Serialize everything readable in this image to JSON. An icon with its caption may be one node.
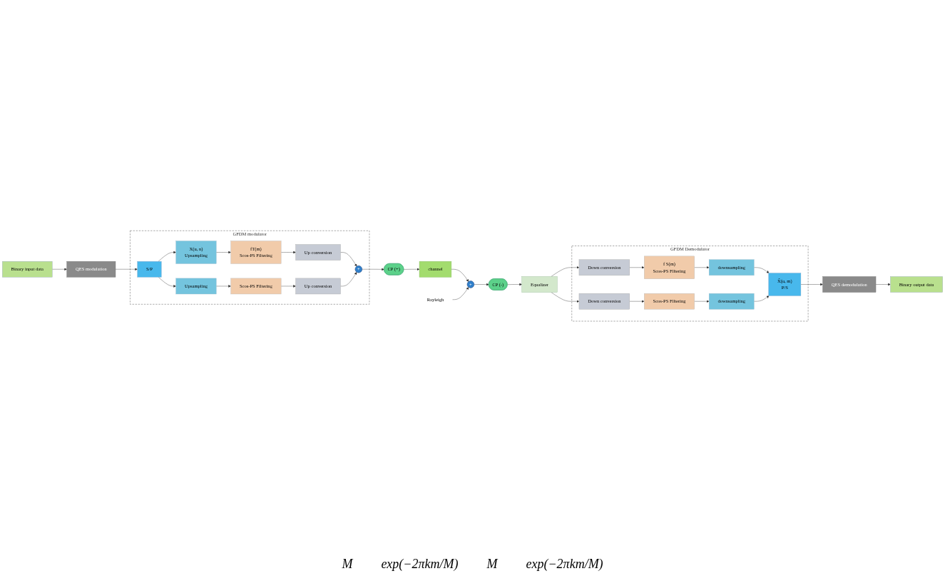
{
  "diagram": {
    "nodes": [
      {
        "text": [
          "Binary input data"
        ]
      },
      {
        "text": [
          "QES modulation"
        ]
      },
      {
        "text": [
          "GFDM modulator"
        ]
      },
      {
        "text": [
          "S/P"
        ],
        "in": 2
      },
      {
        "text": [
          "X(u, n)",
          "Upsampling"
        ],
        "in": 2
      },
      {
        "text": [
          "fT(m)",
          "Scos-PS Filtering"
        ],
        "in": 2
      },
      {
        "text": [
          "Up conversion"
        ],
        "in": 2
      },
      {
        "text": [
          "Upsampling"
        ],
        "in": 2
      },
      {
        "text": [
          "Scos-PS Filtering"
        ],
        "in": 2
      },
      {
        "text": [
          "Up conversion"
        ],
        "in": 2
      },
      {
        "text": [
          "+"
        ],
        "in": 2
      },
      {
        "text": [
          "CP (+)"
        ]
      },
      {
        "text": [
          "channel"
        ]
      },
      {
        "text": [
          "+"
        ]
      },
      {
        "text": [
          "Rayleigh"
        ]
      },
      {
        "text": [
          "CP (-)"
        ]
      },
      {
        "text": [
          "Equalizer"
        ]
      },
      {
        "text": [
          "GFDM Demodulator"
        ]
      },
      {
        "text": [
          "Down conversion"
        ],
        "in": 17
      },
      {
        "text": [
          "f S(m)",
          "Scos-PS Filtering"
        ],
        "in": 17
      },
      {
        "text": [
          "downsampling"
        ],
        "in": 17
      },
      {
        "text": [
          "Down conversion"
        ],
        "in": 17
      },
      {
        "text": [
          "Scos-PS Filtering"
        ],
        "in": 17
      },
      {
        "text": [
          "downsampling"
        ],
        "in": 17
      },
      {
        "text": [
          "X̂(u, m)",
          "P/S"
        ],
        "in": 17
      },
      {
        "text": [
          "QES demodulation"
        ]
      },
      {
        "text": [
          "Binary output data"
        ]
      }
    ],
    "edges": [
      {
        "from": 0,
        "to": 1,
        "arrow": "to"
      },
      {
        "from": 1,
        "to": 3,
        "arrow": "to"
      },
      {
        "from": 3,
        "to": 4,
        "arrow": "to"
      },
      {
        "from": 3,
        "to": 7,
        "arrow": "to"
      },
      {
        "from": 4,
        "to": 5,
        "arrow": "to"
      },
      {
        "from": 5,
        "to": 6,
        "arrow": "to"
      },
      {
        "from": 6,
        "to": 10,
        "arrow": "to"
      },
      {
        "from": 7,
        "to": 8,
        "arrow": "to"
      },
      {
        "from": 8,
        "to": 9,
        "arrow": "to"
      },
      {
        "from": 9,
        "to": 10,
        "arrow": "to"
      },
      {
        "from": 10,
        "to": 11,
        "arrow": "to"
      },
      {
        "from": 11,
        "to": 12,
        "arrow": "to"
      },
      {
        "from": 12,
        "to": 13,
        "arrow": "to"
      },
      {
        "from": 14,
        "to": 13,
        "arrow": "to"
      },
      {
        "from": 13,
        "to": 15,
        "arrow": "to"
      },
      {
        "from": 15,
        "to": 16,
        "arrow": "to"
      },
      {
        "from": 16,
        "to": 18,
        "arrow": "to"
      },
      {
        "from": 16,
        "to": 21,
        "arrow": "to"
      },
      {
        "from": 18,
        "to": 19,
        "arrow": "to"
      },
      {
        "from": 19,
        "to": 20,
        "arrow": "to"
      },
      {
        "from": 20,
        "to": 24,
        "arrow": "to"
      },
      {
        "from": 21,
        "to": 22,
        "arrow": "to"
      },
      {
        "from": 22,
        "to": 23,
        "arrow": "to"
      },
      {
        "from": 23,
        "to": 24,
        "arrow": "to"
      },
      {
        "from": 24,
        "to": 25,
        "arrow": "to"
      },
      {
        "from": 25,
        "to": 26,
        "arrow": "to"
      }
    ],
    "labels": [
      "M",
      "exp(−2πkm/M)",
      "M",
      "exp(−2πkm/M)"
    ]
  }
}
